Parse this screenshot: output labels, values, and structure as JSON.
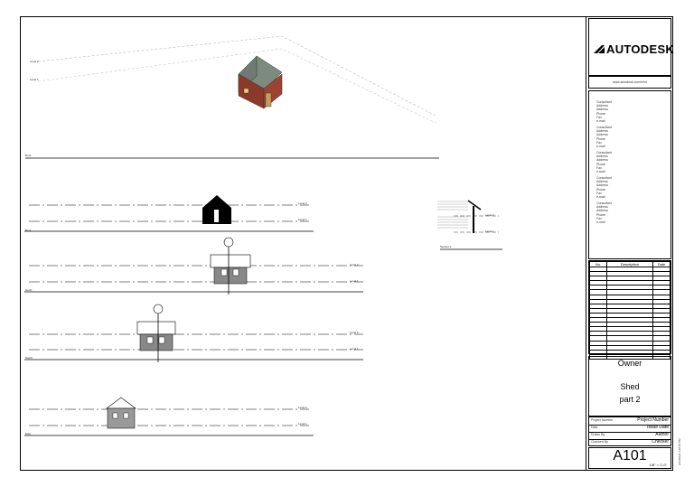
{
  "titleblock": {
    "logo": "AUTODESK",
    "url": "www.autodesk.com/revit",
    "consultants": [
      {
        "name": "Consultant",
        "lines": [
          "Address",
          "Address",
          "Phone",
          "Fax",
          "e-mail"
        ]
      },
      {
        "name": "Consultant",
        "lines": [
          "Address",
          "Address",
          "Phone",
          "Fax",
          "e-mail"
        ]
      },
      {
        "name": "Consultant",
        "lines": [
          "Address",
          "Address",
          "Phone",
          "Fax",
          "e-mail"
        ]
      },
      {
        "name": "Consultant",
        "lines": [
          "Address",
          "Address",
          "Phone",
          "Fax",
          "e-mail"
        ]
      },
      {
        "name": "Consultant",
        "lines": [
          "Address",
          "Address",
          "Phone",
          "Fax",
          "e-mail"
        ]
      }
    ],
    "revision_headers": [
      "No.",
      "Description",
      "Date"
    ],
    "owner": "Owner",
    "project": "Shed",
    "sheet_name": "part 2",
    "fields": [
      {
        "label": "Project Number",
        "value": "Project Number"
      },
      {
        "label": "Date",
        "value": "Issue Date"
      },
      {
        "label": "Drawn By",
        "value": "Author"
      },
      {
        "label": "Checked By",
        "value": "Checker"
      }
    ],
    "sheet_number": "A101",
    "scale": "1/8\" = 1'-0\"",
    "side_date": "2/24/2024 4:28:01 PM"
  },
  "views": {
    "view3d_levels": [
      "Level 2",
      "Level 1"
    ],
    "roof_level": "Roof",
    "elevations": [
      {
        "name": "Roof",
        "top": "Level 2",
        "bottom": "Level 1"
      },
      {
        "name": "North",
        "top": "Level 2",
        "bottom": "Level 1"
      },
      {
        "name": "South",
        "top": "Level 2",
        "bottom": "Level 1"
      },
      {
        "name": "East",
        "top": "Level 2",
        "bottom": "Level 1"
      }
    ],
    "section": {
      "name": "Section 1",
      "top": "Level 2",
      "bottom": "Level 1"
    }
  }
}
